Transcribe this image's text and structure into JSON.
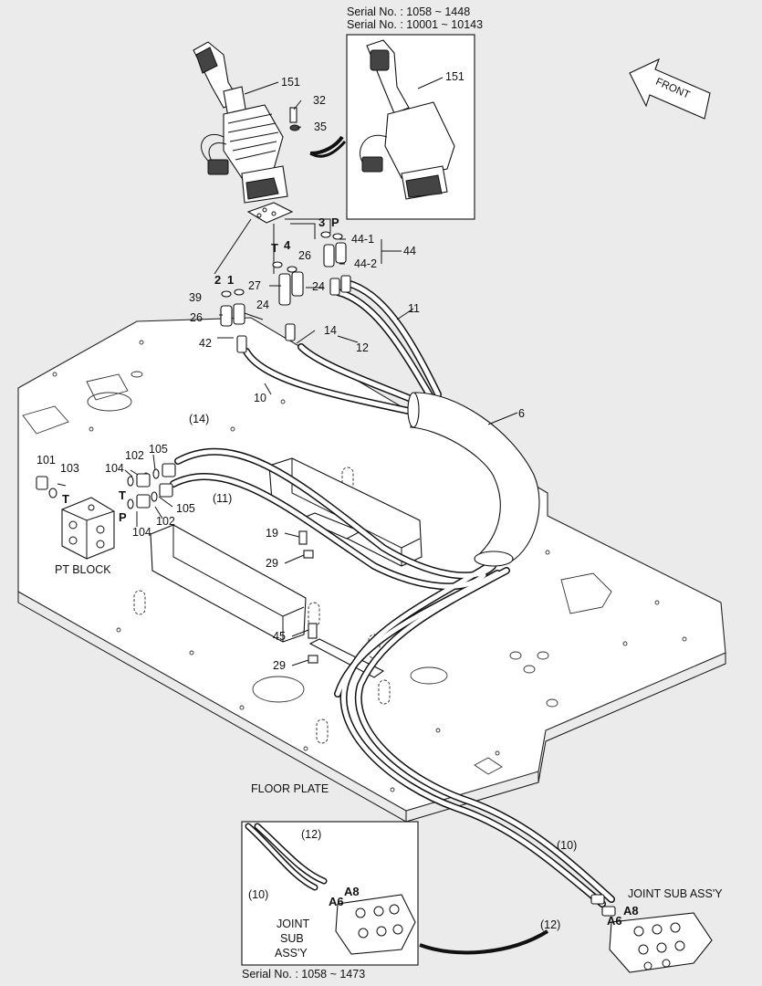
{
  "serials": {
    "top_line1": "Serial No. : 1058 ~ 1448",
    "top_line2": "Serial No. : 10001 ~ 10143",
    "bottom": "Serial No. : 1058 ~ 1473"
  },
  "front_label": "FRONT",
  "captions": {
    "pt_block": "PT BLOCK",
    "floor_plate": "FLOOR PLATE",
    "joint_sub_assy": "JOINT SUB ASS'Y",
    "joint_sub_assy_l1": "JOINT",
    "joint_sub_assy_l2": "SUB",
    "joint_sub_assy_l3": "ASS'Y"
  },
  "callouts": {
    "c151": "151",
    "c151b": "151",
    "c32": "32",
    "c35": "35",
    "c3": "3",
    "cP": "P",
    "c44_1": "44-1",
    "c44": "44",
    "c44_2": "44-2",
    "cT": "T",
    "c4": "4",
    "c26a": "26",
    "c2": "2",
    "c1": "1",
    "c39": "39",
    "c27": "27",
    "c24a": "24",
    "c24b": "24",
    "c26b": "26",
    "c11": "11",
    "c42": "42",
    "c14": "14",
    "c12": "12",
    "c10": "10",
    "c6": "6",
    "c14p": "(14)",
    "c101": "101",
    "c103": "103",
    "c102a": "102",
    "c105a": "105",
    "c104a": "104",
    "cTb": "T",
    "c11p": "(11)",
    "c105b": "105",
    "cTc": "T",
    "cPb": "P",
    "c104b": "104",
    "c102b": "102",
    "c19": "19",
    "c29a": "29",
    "c45": "45",
    "c29b": "29",
    "c12p_a": "(12)",
    "c10p_a": "(10)",
    "cA8a": "A8",
    "cA6a": "A6",
    "c10p_b": "(10)",
    "c12p_b": "(12)",
    "cA8b": "A8",
    "cA6b": "A6"
  }
}
